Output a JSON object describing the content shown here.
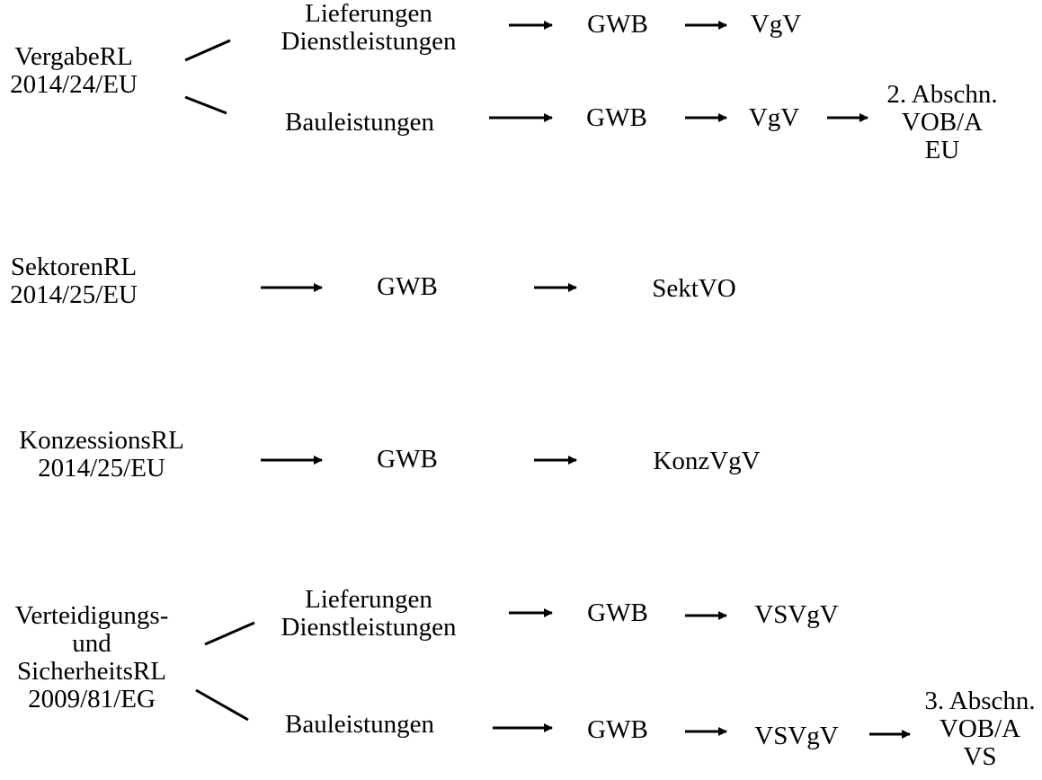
{
  "colors": {
    "ink": "#000000",
    "background": "#ffffff"
  },
  "groups": [
    {
      "source": [
        "VergabeRL",
        "2014/24/EU"
      ],
      "branch_a": {
        "category": [
          "Lieferungen",
          "Dienstleistungen"
        ],
        "chain": [
          "GWB",
          "VgV"
        ]
      },
      "branch_b": {
        "category": [
          "Bauleistungen"
        ],
        "chain": [
          "GWB",
          "VgV"
        ],
        "final": [
          "2. Abschn.",
          "VOB/A",
          "EU"
        ]
      }
    },
    {
      "source": [
        "SektorenRL",
        "2014/25/EU"
      ],
      "chain": [
        "GWB",
        "SektVO"
      ]
    },
    {
      "source": [
        "KonzessionsRL",
        "2014/25/EU"
      ],
      "chain": [
        "GWB",
        "KonzVgV"
      ]
    },
    {
      "source": [
        "Verteidigungs-",
        "und",
        "SicherheitsRL",
        "2009/81/EG"
      ],
      "branch_a": {
        "category": [
          "Lieferungen",
          "Dienstleistungen"
        ],
        "chain": [
          "GWB",
          "VSVgV"
        ]
      },
      "branch_b": {
        "category": [
          "Bauleistungen"
        ],
        "chain": [
          "GWB",
          "VSVgV"
        ],
        "final": [
          "3. Abschn.",
          "VOB/A",
          "VS"
        ]
      }
    }
  ]
}
